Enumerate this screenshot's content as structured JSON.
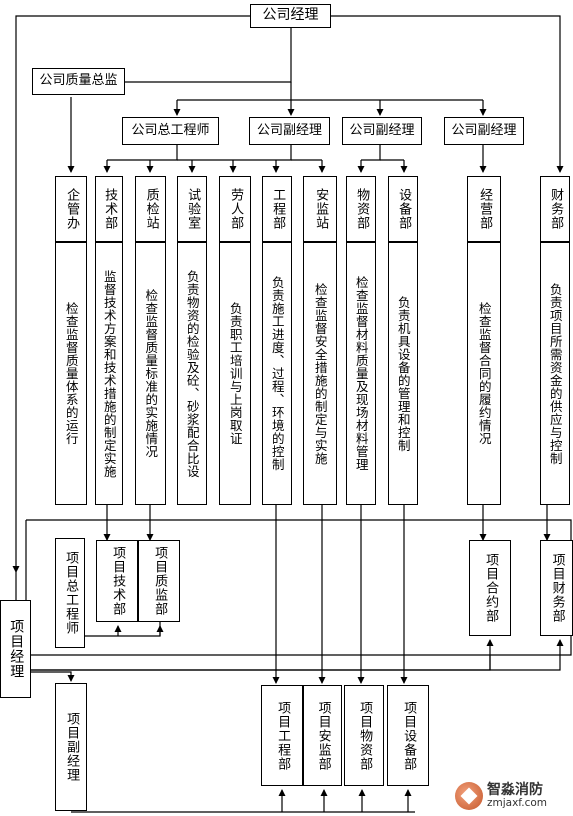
{
  "nodes": {
    "gm": "公司经理",
    "quality_director": "公司质量总监",
    "chief_engineer": "公司总工程师",
    "deputy1": "公司副经理",
    "deputy2": "公司副经理",
    "deputy3": "公司副经理",
    "departments": [
      {
        "name": "企管办",
        "duty": "检查监督质量体系的运行"
      },
      {
        "name": "技术部",
        "duty": "监督技术方案和技术措施的制定实施"
      },
      {
        "name": "质检站",
        "duty": "检查监督质量标准的实施情况"
      },
      {
        "name": "试验室",
        "duty": "负责物资的检验及砼、砂浆配合比设"
      },
      {
        "name": "劳人部",
        "duty": "负责职工培训与上岗取证"
      },
      {
        "name": "工程部",
        "duty": "负责施工进度、过程、环境的控制"
      },
      {
        "name": "安监站",
        "duty": "检查监督安全措施的制定与实施"
      },
      {
        "name": "物资部",
        "duty": "检查监督材料质量及现场材料管理"
      },
      {
        "name": "设备部",
        "duty": "负责机具设备的管理和控制"
      },
      {
        "name": "经营部",
        "duty": "检查监督合同的履约情况"
      },
      {
        "name": "财务部",
        "duty": "负责项目所需资金的供应与控制"
      }
    ],
    "project_manager": "项目经理",
    "project_chief_engineer": "项目总工程师",
    "project_tech": "项目技术部",
    "project_quality": "项目质监部",
    "project_contract": "项目合约部",
    "project_finance": "项目财务部",
    "project_deputy": "项目副经理",
    "project_engineering": "项目工程部",
    "project_safety": "项目安监部",
    "project_materials": "项目物资部",
    "project_equipment": "项目设备部"
  },
  "watermark": {
    "name": "智淼消防",
    "url": "zmjaxf.com"
  }
}
